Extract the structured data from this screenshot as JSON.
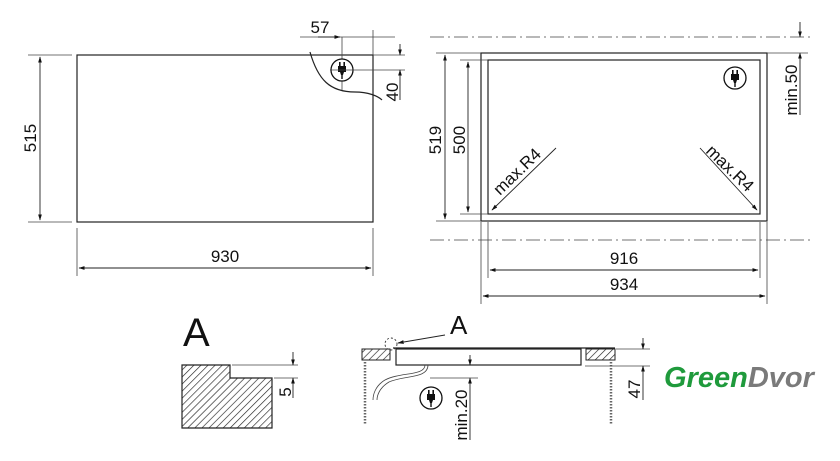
{
  "top_view": {
    "width_label": "930",
    "depth_label": "515",
    "plug_offset_x_label": "57",
    "plug_offset_y_label": "40"
  },
  "cutout_view": {
    "outer_width_label": "934",
    "inner_width_label": "916",
    "outer_depth_label": "519",
    "inner_depth_label": "500",
    "clearance_label": "min.50",
    "radius_left_label": "max.R4",
    "radius_right_label": "max.R4"
  },
  "detail": {
    "title": "A",
    "step_label": "5"
  },
  "section_view": {
    "detail_ref_label": "A",
    "clearance_label": "min.20",
    "height_label": "47"
  },
  "logo": {
    "part1": "Green",
    "part2": "Dvor",
    "color1": "#1f9a3c",
    "color2": "#7a7a7a"
  }
}
